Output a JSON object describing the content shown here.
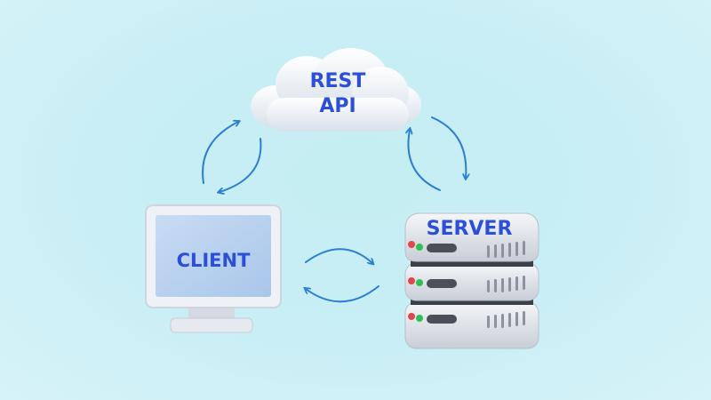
{
  "nodes": {
    "api": {
      "line1": "REST",
      "line2": "API"
    },
    "client": {
      "label": "CLIENT"
    },
    "server": {
      "label": "SERVER"
    }
  },
  "colors": {
    "label": "#2b4fd8",
    "arrow": "#2a7fd4",
    "background": "#c9eef6"
  }
}
